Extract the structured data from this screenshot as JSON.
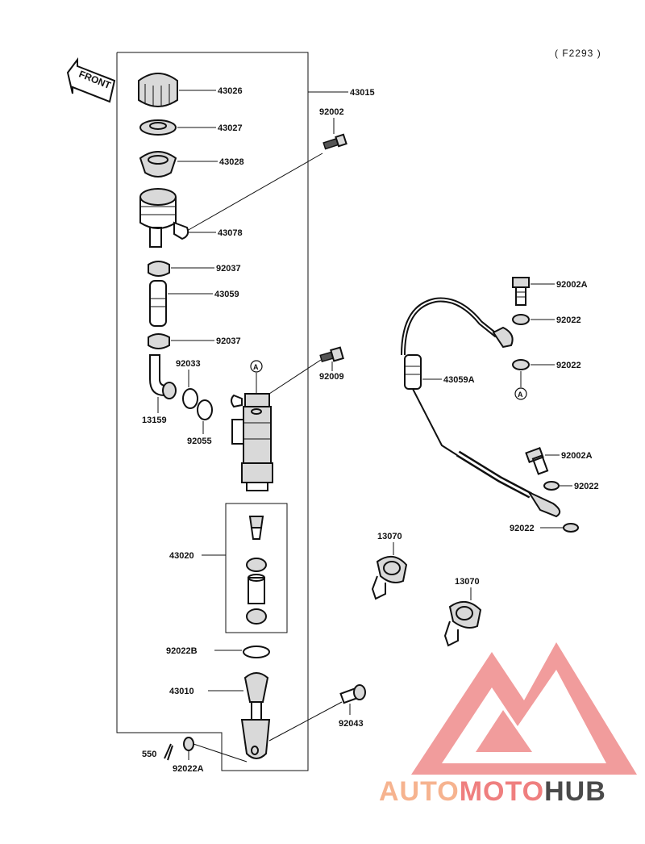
{
  "ref_code": "( F2293 )",
  "front_label": "FRONT",
  "marker": "A",
  "labels": {
    "l43026": "43026",
    "l43027": "43027",
    "l43028": "43028",
    "l43078": "43078",
    "l43015": "43015",
    "l92002": "92002",
    "l92037a": "92037",
    "l43059": "43059",
    "l92037b": "92037",
    "l92033": "92033",
    "l13159": "13159",
    "l92055": "92055",
    "l92009": "92009",
    "l43020": "43020",
    "l92022B": "92022B",
    "l43010": "43010",
    "l92043": "92043",
    "l550": "550",
    "l92022A": "92022A",
    "l92002A_top": "92002A",
    "l92022_top1": "92022",
    "l92022_top2": "92022",
    "l43059A": "43059A",
    "l92002A_bot": "92002A",
    "l92022_bot1": "92022",
    "l92022_bot2": "92022",
    "l13070a": "13070",
    "l13070b": "13070"
  },
  "watermark": {
    "part1": "AUTO",
    "part2": "MOTO",
    "part3": "HUB",
    "color_light": "#f6b38f",
    "color_mid": "#ef7f7f",
    "color_dark": "#4a4a4a"
  }
}
